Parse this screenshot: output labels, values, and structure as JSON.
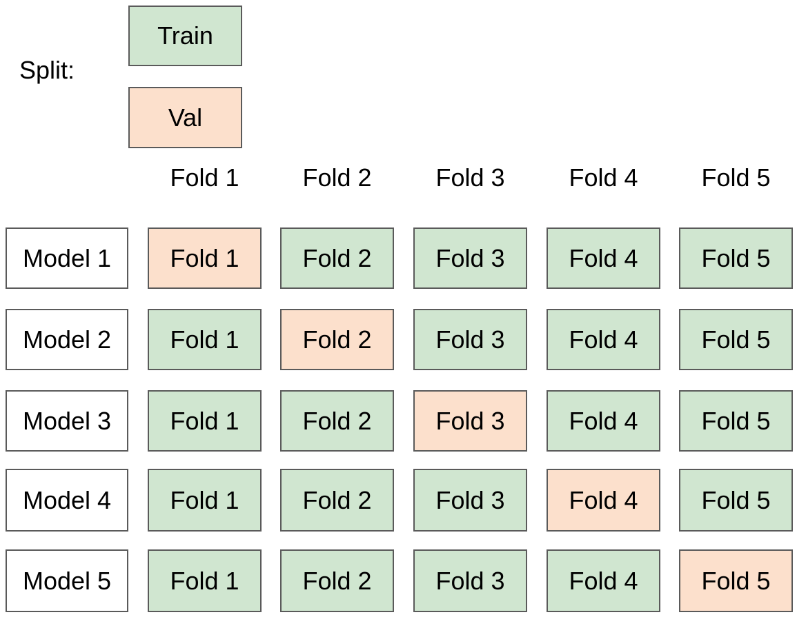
{
  "legend": {
    "title": "Split:",
    "items": [
      {
        "key": "train",
        "label": "Train"
      },
      {
        "key": "val",
        "label": "Val"
      }
    ]
  },
  "colors": {
    "train": "#d0e6d0",
    "val": "#fce0cc",
    "model_box": "#ffffff",
    "border": "#5a5a5a"
  },
  "column_headers": [
    "Fold 1",
    "Fold 2",
    "Fold 3",
    "Fold 4",
    "Fold 5"
  ],
  "rows": [
    {
      "model": "Model 1",
      "cells": [
        {
          "label": "Fold 1",
          "split": "val"
        },
        {
          "label": "Fold 2",
          "split": "train"
        },
        {
          "label": "Fold 3",
          "split": "train"
        },
        {
          "label": "Fold 4",
          "split": "train"
        },
        {
          "label": "Fold 5",
          "split": "train"
        }
      ]
    },
    {
      "model": "Model 2",
      "cells": [
        {
          "label": "Fold 1",
          "split": "train"
        },
        {
          "label": "Fold 2",
          "split": "val"
        },
        {
          "label": "Fold 3",
          "split": "train"
        },
        {
          "label": "Fold 4",
          "split": "train"
        },
        {
          "label": "Fold 5",
          "split": "train"
        }
      ]
    },
    {
      "model": "Model 3",
      "cells": [
        {
          "label": "Fold 1",
          "split": "train"
        },
        {
          "label": "Fold 2",
          "split": "train"
        },
        {
          "label": "Fold 3",
          "split": "val"
        },
        {
          "label": "Fold 4",
          "split": "train"
        },
        {
          "label": "Fold 5",
          "split": "train"
        }
      ]
    },
    {
      "model": "Model 4",
      "cells": [
        {
          "label": "Fold 1",
          "split": "train"
        },
        {
          "label": "Fold 2",
          "split": "train"
        },
        {
          "label": "Fold 3",
          "split": "train"
        },
        {
          "label": "Fold 4",
          "split": "val"
        },
        {
          "label": "Fold 5",
          "split": "train"
        }
      ]
    },
    {
      "model": "Model 5",
      "cells": [
        {
          "label": "Fold 1",
          "split": "train"
        },
        {
          "label": "Fold 2",
          "split": "train"
        },
        {
          "label": "Fold 3",
          "split": "train"
        },
        {
          "label": "Fold 4",
          "split": "train"
        },
        {
          "label": "Fold 5",
          "split": "val"
        }
      ]
    }
  ]
}
